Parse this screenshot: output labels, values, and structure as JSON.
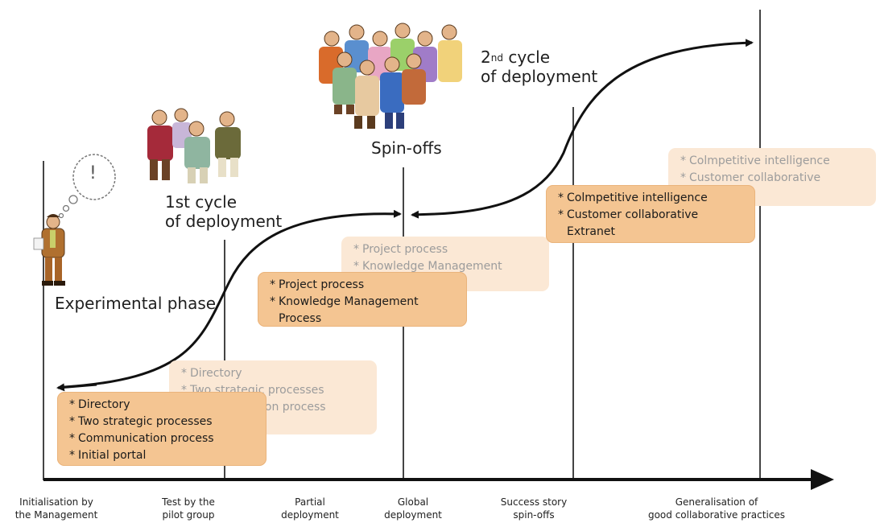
{
  "phases": {
    "experimental": "Experimental phase",
    "first_cycle": {
      "line1": "1st cycle",
      "line2": "of deployment"
    },
    "spin_offs": "Spin-offs",
    "second_cycle": {
      "num": "2",
      "sup": "nd",
      "line1_rest": " cycle",
      "line2": "of deployment"
    }
  },
  "axis_labels": [
    {
      "line1": "Initialisation by",
      "line2": "the Management"
    },
    {
      "line1": "Test by the",
      "line2": "pilot group"
    },
    {
      "line1": "Partial",
      "line2": "deployment"
    },
    {
      "line1": "Global",
      "line2": "deployment"
    },
    {
      "line1": "Success story",
      "line2": "spin-offs"
    },
    {
      "line1": "Generalisation of",
      "line2": "good collaborative practices"
    }
  ],
  "boxes": {
    "b1": [
      "Directory",
      "Two strategic processes",
      "Communication process",
      "Initial portal"
    ],
    "b2": [
      "Project process",
      "Knowledge Management",
      "Process"
    ],
    "b3": [
      "Colmpetitive intelligence",
      "Customer collaborative",
      "Extranet"
    ],
    "b1_ghost": [
      "Directory",
      "Two strategic processes",
      "Communication process",
      "Initial portal"
    ],
    "b2_ghost": [
      "Project process",
      "Knowledge Management"
    ],
    "b3_ghost": [
      "Colmpetitive intelligence",
      "Customer collaborative"
    ]
  },
  "bubble_text": "!",
  "icons": [
    "manager-figure-icon",
    "pilot-group-icon",
    "crowd-icon",
    "thought-bubble-icon"
  ],
  "colors": {
    "box_solid": "#f4c592",
    "box_ghost": "#fbe8d5",
    "axis": "#111111",
    "ghost_text": "#9c9c9c"
  }
}
